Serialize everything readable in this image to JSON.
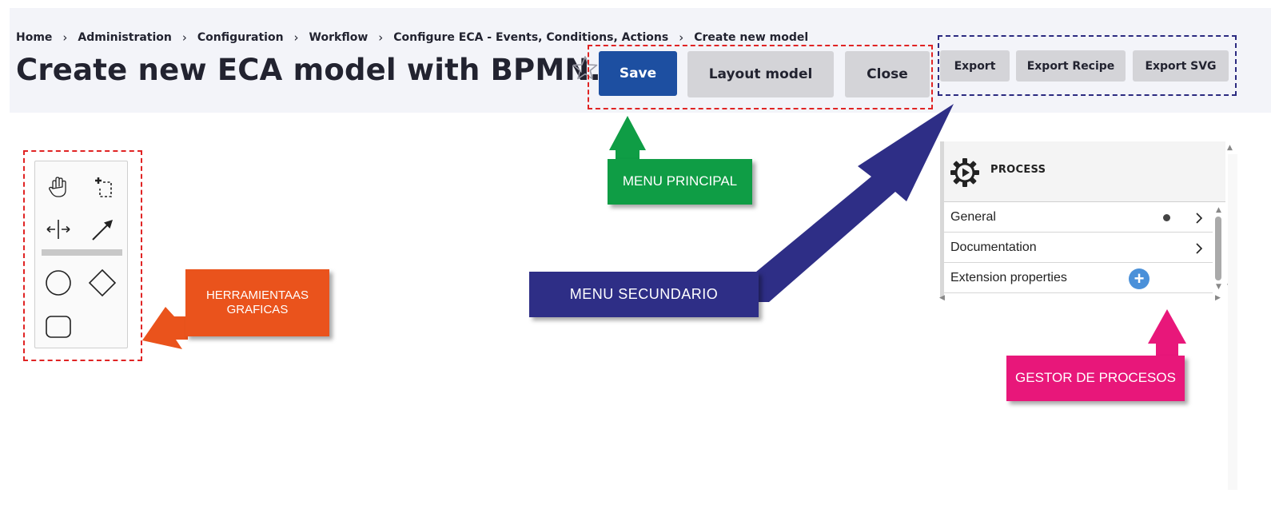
{
  "breadcrumb": {
    "items": [
      {
        "label": "Home"
      },
      {
        "label": "Administration"
      },
      {
        "label": "Configuration"
      },
      {
        "label": "Workflow"
      },
      {
        "label": "Configure ECA - Events, Conditions, Actions"
      },
      {
        "label": "Create new model"
      }
    ],
    "separator": "›"
  },
  "page": {
    "title": "Create new ECA model with BPMN.io",
    "favorite_icon": "star-outline-icon"
  },
  "toolbar": {
    "save_label": "Save",
    "layout_label": "Layout model",
    "close_label": "Close",
    "export_label": "Export",
    "export_recipe_label": "Export Recipe",
    "export_svg_label": "Export SVG"
  },
  "palette": {
    "tools": [
      {
        "icon": "hand-tool-icon"
      },
      {
        "icon": "lasso-tool-icon"
      },
      {
        "icon": "space-tool-icon"
      },
      {
        "icon": "connect-tool-icon"
      },
      {
        "icon": "create-event-icon"
      },
      {
        "icon": "create-gateway-icon"
      },
      {
        "icon": "create-task-icon"
      }
    ]
  },
  "properties_panel": {
    "title": "PROCESS",
    "icon": "process-gear-icon",
    "groups": [
      {
        "label": "General"
      },
      {
        "label": "Documentation"
      },
      {
        "label": "Extension properties"
      }
    ]
  },
  "annotations": {
    "menu_principal": "MENU PRINCIPAL",
    "menu_secundario": "MENU SECUNDARIO",
    "herramientas_line1": "HERRAMIENTAAS",
    "herramientas_line2": "GRAFICAS",
    "gestor": "GESTOR DE PROCESOS"
  },
  "colors": {
    "primary_button": "#1d4fa1",
    "secondary_button": "#d4d4d8",
    "header_bg": "#f3f4f9",
    "annotation_green": "#0f9d45",
    "annotation_orange": "#ea531c",
    "annotation_navy": "#2e2e86",
    "annotation_pink": "#e8177a",
    "dashed_red": "#e02424",
    "dashed_navy": "#2b2a80"
  }
}
